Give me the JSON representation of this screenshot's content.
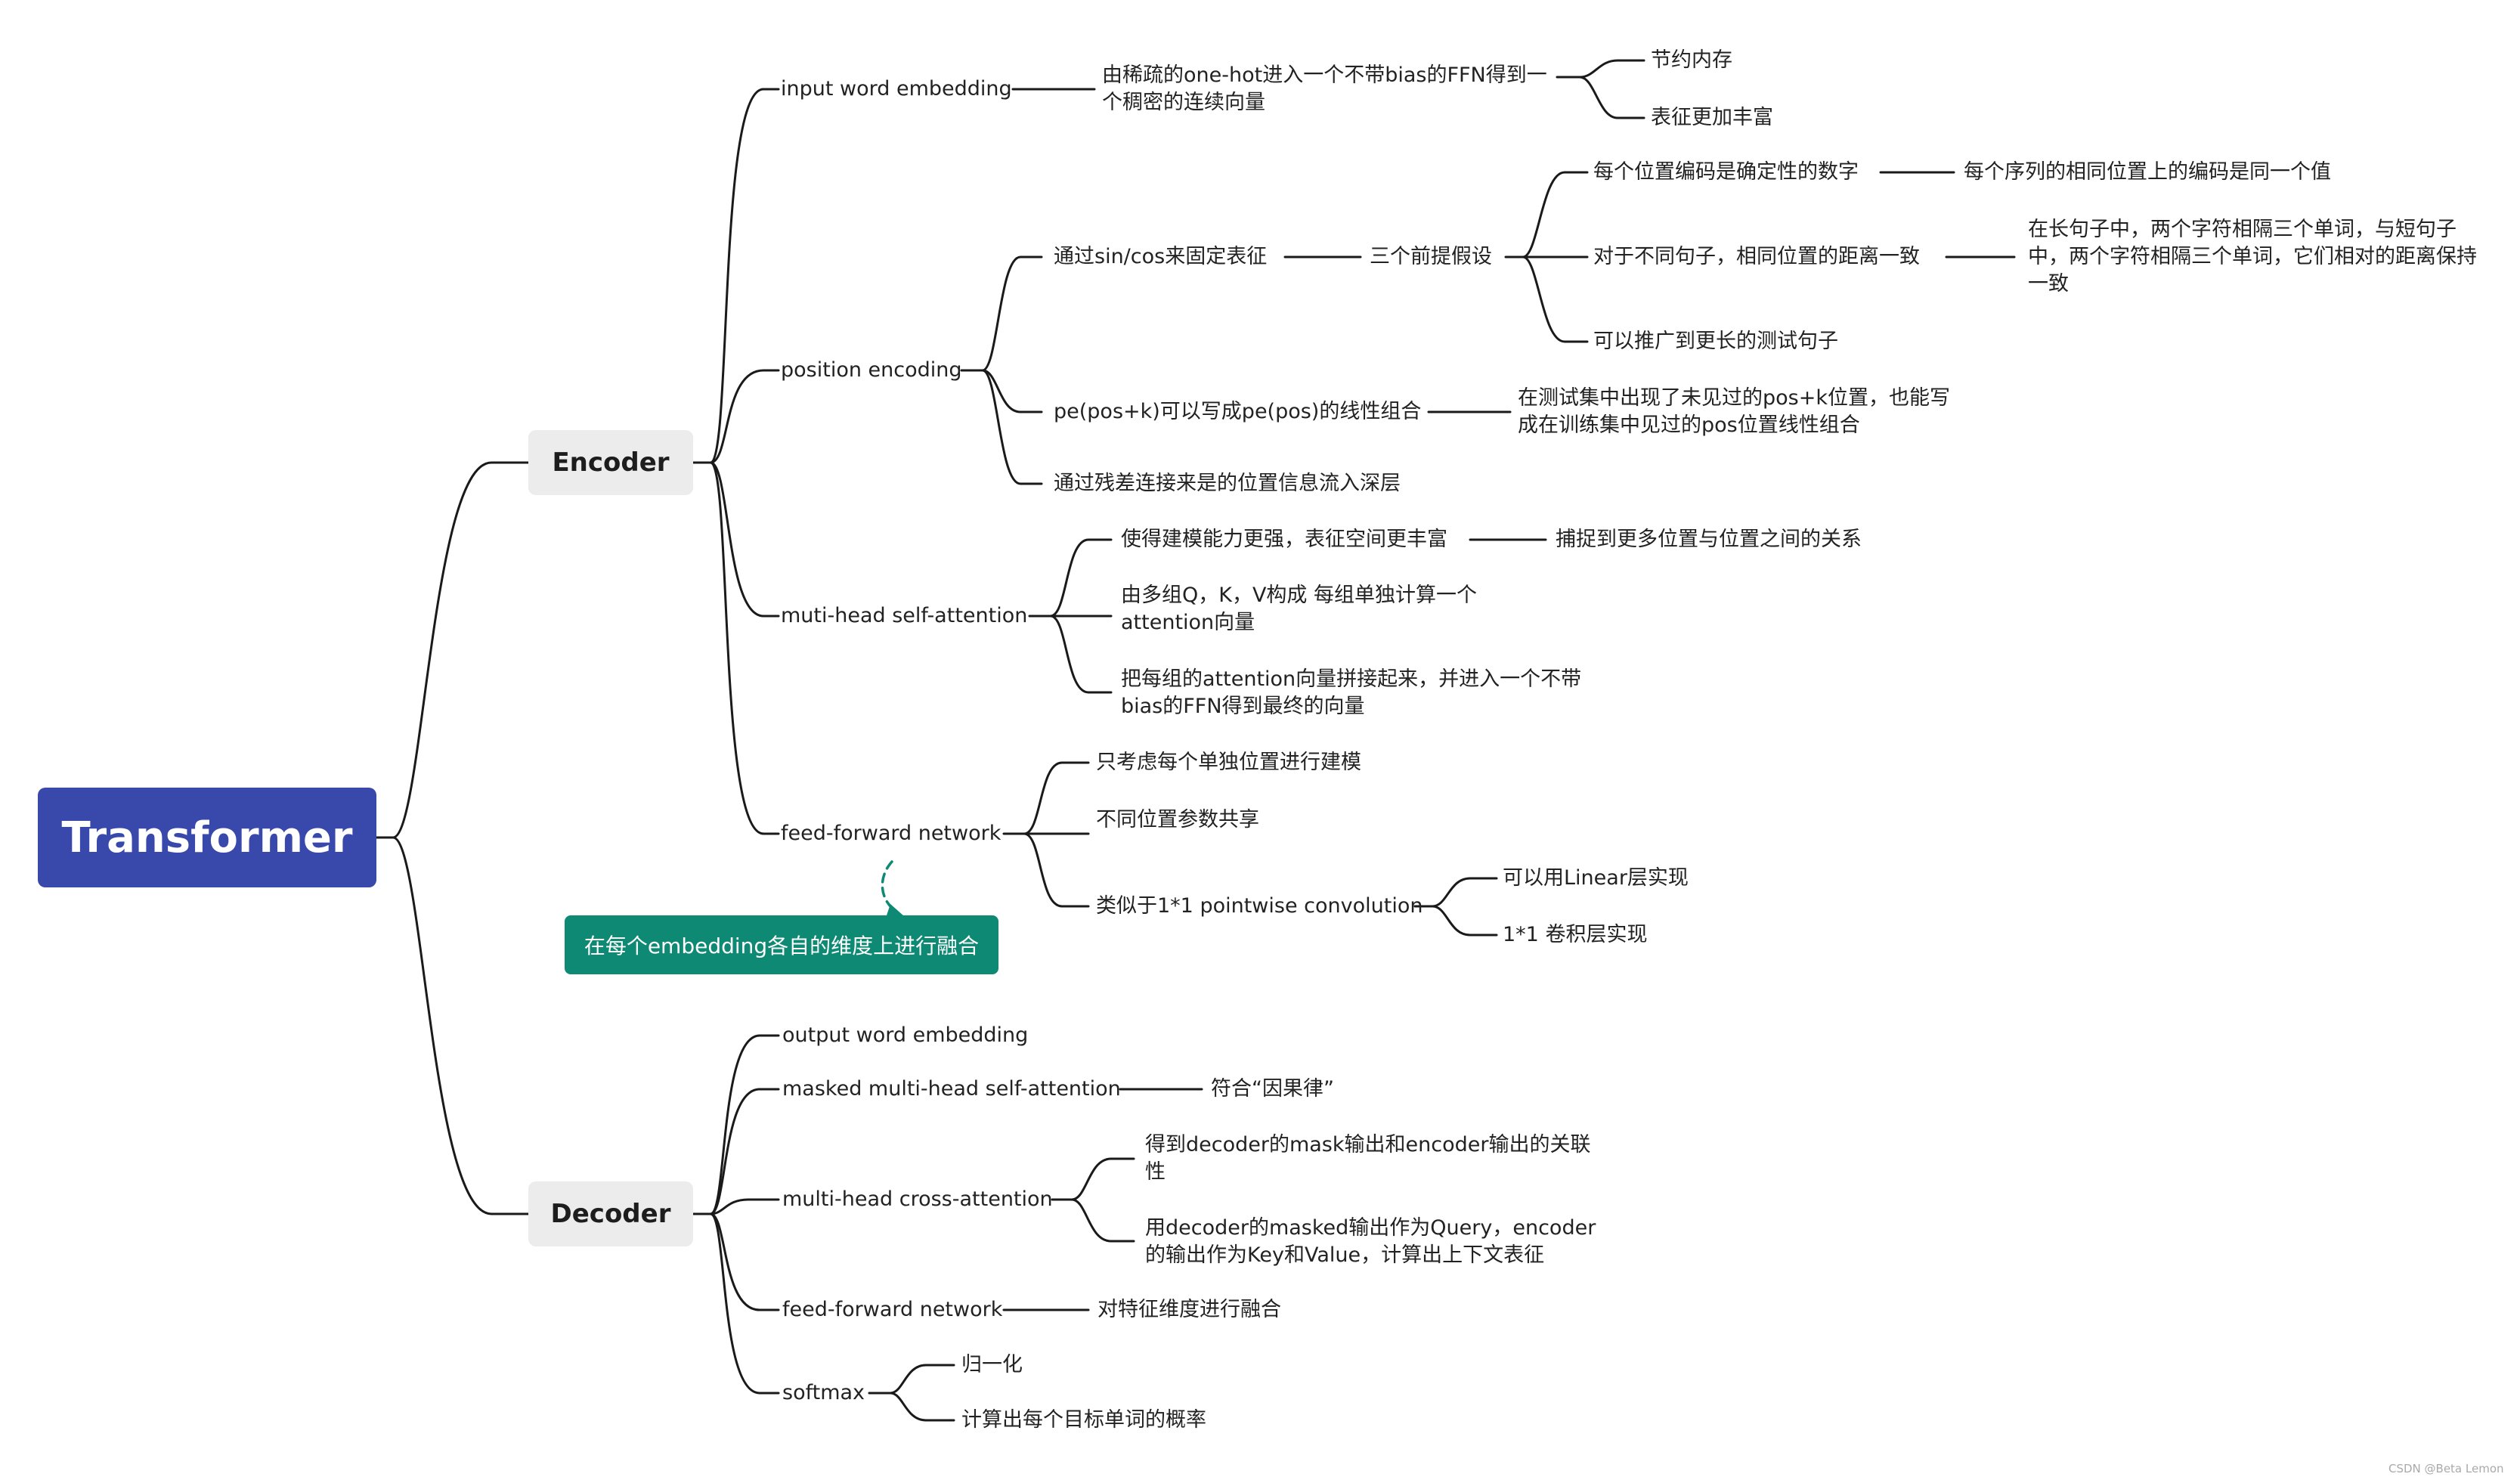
{
  "root": "Transformer",
  "encoder": {
    "label": "Encoder",
    "input_word_embedding": {
      "label": "input word embedding",
      "desc": "由稀疏的one-hot进入一个不带bias的FFN得到一个稠密的连续向量",
      "benefit_1": "节约内存",
      "benefit_2": "表征更加丰富"
    },
    "position_encoding": {
      "label": "position encoding",
      "sincos": "通过sin/cos来固定表征",
      "assumptions": "三个前提假设",
      "assumption_1": "每个位置编码是确定性的数字",
      "assumption_1_detail": "每个序列的相同位置上的编码是同一个值",
      "assumption_2": "对于不同句子，相同位置的距离一致",
      "assumption_2_detail": "在长句子中，两个字符相隔三个单词，与短句子中，两个字符相隔三个单词，它们相对的距离保持一致",
      "assumption_3": "可以推广到更长的测试句子",
      "linear": "pe(pos+k)可以写成pe(pos)的线性组合",
      "linear_detail": "在测试集中出现了未见过的pos+k位置，也能写成在训练集中见过的pos位置线性组合",
      "residual": "通过残差连接来是的位置信息流入深层"
    },
    "self_attention": {
      "label": "muti-head self-attention",
      "item_1": "使得建模能力更强，表征空间更丰富",
      "item_1_detail": "捕捉到更多位置与位置之间的关系",
      "item_2": "由多组Q，K，V构成 每组单独计算一个attention向量",
      "item_3": "把每组的attention向量拼接起来，并进入一个不带bias的FFN得到最终的向量"
    },
    "ffn": {
      "label": "feed-forward network",
      "item_1": "只考虑每个单独位置进行建模",
      "item_2": "不同位置参数共享",
      "item_3": "类似于1*1 pointwise convolution",
      "item_3a": "可以用Linear层实现",
      "item_3b": "1*1 卷积层实现"
    },
    "note": "在每个embedding各自的维度上进行融合"
  },
  "decoder": {
    "label": "Decoder",
    "output_word_embedding": "output word embedding",
    "masked_attention": {
      "label": "masked multi-head self-attention",
      "detail": "符合“因果律”"
    },
    "cross_attention": {
      "label": "multi-head cross-attention",
      "item_1": "得到decoder的mask输出和encoder输出的关联性",
      "item_2": "用decoder的masked输出作为Query，encoder的输出作为Key和Value，计算出上下文表征"
    },
    "ffn": {
      "label": "feed-forward network",
      "detail": "对特征维度进行融合"
    },
    "softmax": {
      "label": "softmax",
      "item_1": "归一化",
      "item_2": "计算出每个目标单词的概率"
    }
  },
  "credit": "CSDN @Beta Lemon",
  "colors": {
    "root": "#3949ab",
    "section": "#ececec",
    "note": "#0e8a74",
    "line": "#1a1a1a"
  }
}
